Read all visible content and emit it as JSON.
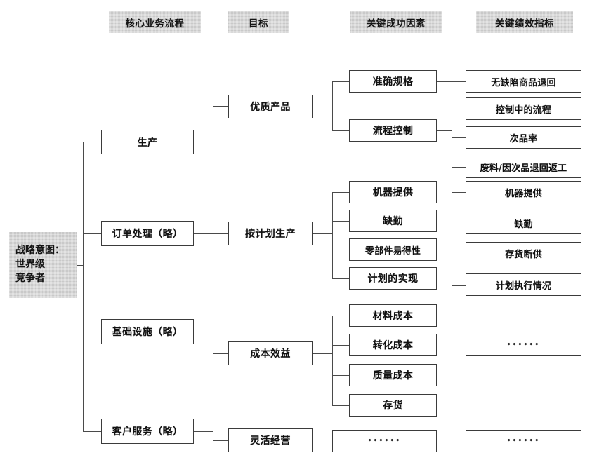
{
  "diagram": {
    "title_text": "战略意图：世界级竞争者",
    "headers": [
      {
        "label": "核心业务流程"
      },
      {
        "label": "目标"
      },
      {
        "label": "关键成功因素"
      },
      {
        "label": "关键绩效指标"
      }
    ],
    "strategic_intent": {
      "line1": "战略意图：",
      "line2": "世界级",
      "line3": "竞争者"
    },
    "col1_processes": [
      {
        "label": "生产"
      },
      {
        "label": "订单处理（略）"
      },
      {
        "label": "基础设施（略）"
      },
      {
        "label": "客户服务（略）"
      }
    ],
    "col2_objectives": [
      {
        "label": "优质产品"
      },
      {
        "label": "按计划生产"
      },
      {
        "label": "成本效益"
      },
      {
        "label": "灵活经营"
      }
    ],
    "col3_success_factors": [
      {
        "label": "准确规格"
      },
      {
        "label": "流程控制"
      },
      {
        "label": "机器提供"
      },
      {
        "label": "缺勤"
      },
      {
        "label": "零部件易得性"
      },
      {
        "label": "计划的实现"
      },
      {
        "label": "材料成本"
      },
      {
        "label": "转化成本"
      },
      {
        "label": "质量成本"
      },
      {
        "label": "存货"
      },
      {
        "label": "••••••"
      },
      {
        "label": "••••••"
      }
    ],
    "col4_kpis": [
      {
        "label": "无缺陷商品退回"
      },
      {
        "label": "控制中的流程"
      },
      {
        "label": "次品率"
      },
      {
        "label": "废料/因次品退回返工"
      },
      {
        "label": "机器提供"
      },
      {
        "label": "缺勤"
      },
      {
        "label": "存货断供"
      },
      {
        "label": "计划执行情况"
      },
      {
        "label": "••••••"
      },
      {
        "label": "••••••"
      }
    ],
    "colors": {
      "band_fill": "#c9c9c9",
      "box_border": "#3b3b3b",
      "connector": "#4a4a4a",
      "text": "#111111",
      "background": "#ffffff"
    }
  }
}
